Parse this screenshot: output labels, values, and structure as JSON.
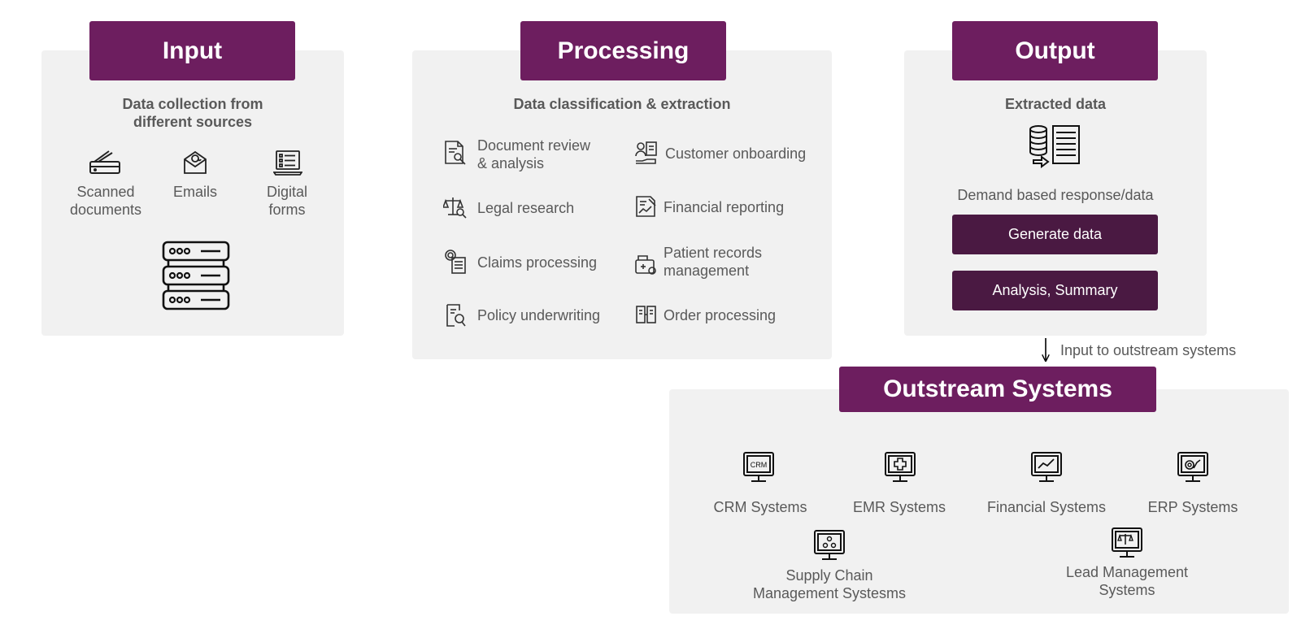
{
  "colors": {
    "header": "#6d1e5f",
    "button": "#4a1942",
    "panel": "#f1f1f1",
    "text": "#595959",
    "line": "#000000"
  },
  "input": {
    "title": "Input",
    "subtitle_line1": "Data collection from",
    "subtitle_line2": "different sources",
    "sources": [
      {
        "line1": "Scanned",
        "line2": "documents",
        "icon": "scanner-icon"
      },
      {
        "line1": "Emails",
        "line2": "",
        "icon": "email-icon"
      },
      {
        "line1": "Digital",
        "line2": "forms",
        "icon": "laptop-form-icon"
      }
    ],
    "target_icon": "server-stack-icon"
  },
  "processing": {
    "title": "Processing",
    "subtitle": "Data classification & extraction",
    "items": [
      {
        "line1": "Document review",
        "line2": "& analysis",
        "icon": "document-search-icon"
      },
      {
        "line1": "Customer onboarding",
        "line2": "",
        "icon": "customer-onboarding-icon"
      },
      {
        "line1": "Legal research",
        "line2": "",
        "icon": "legal-scale-icon"
      },
      {
        "line1": "Financial reporting",
        "line2": "",
        "icon": "financial-report-icon"
      },
      {
        "line1": "Claims processing",
        "line2": "",
        "icon": "claims-icon"
      },
      {
        "line1": "Patient records",
        "line2": "management",
        "icon": "patient-records-icon"
      },
      {
        "line1": "Policy underwriting",
        "line2": "",
        "icon": "policy-icon"
      },
      {
        "line1": "Order processing",
        "line2": "",
        "icon": "order-icon"
      }
    ]
  },
  "output": {
    "title": "Output",
    "subtitle": "Extracted data",
    "icon": "database-document-icon",
    "caption": "Demand based response/data",
    "buttons": [
      "Generate data",
      "Analysis, Summary"
    ],
    "connector_label": "Input to outstream systems"
  },
  "outstream": {
    "title": "Outstream Systems",
    "systems": [
      {
        "line1": "CRM Systems",
        "line2": "",
        "icon": "crm-monitor-icon",
        "screen_text": "CRM"
      },
      {
        "line1": "EMR Systems",
        "line2": "",
        "icon": "emr-monitor-icon"
      },
      {
        "line1": "Financial Systems",
        "line2": "",
        "icon": "financial-monitor-icon"
      },
      {
        "line1": "ERP Systems",
        "line2": "",
        "icon": "erp-monitor-icon"
      },
      {
        "line1": "Supply Chain",
        "line2": "Management Systesms",
        "icon": "supply-chain-monitor-icon"
      },
      {
        "line1": "Lead Management",
        "line2": "Systems",
        "icon": "lead-management-monitor-icon"
      }
    ]
  }
}
